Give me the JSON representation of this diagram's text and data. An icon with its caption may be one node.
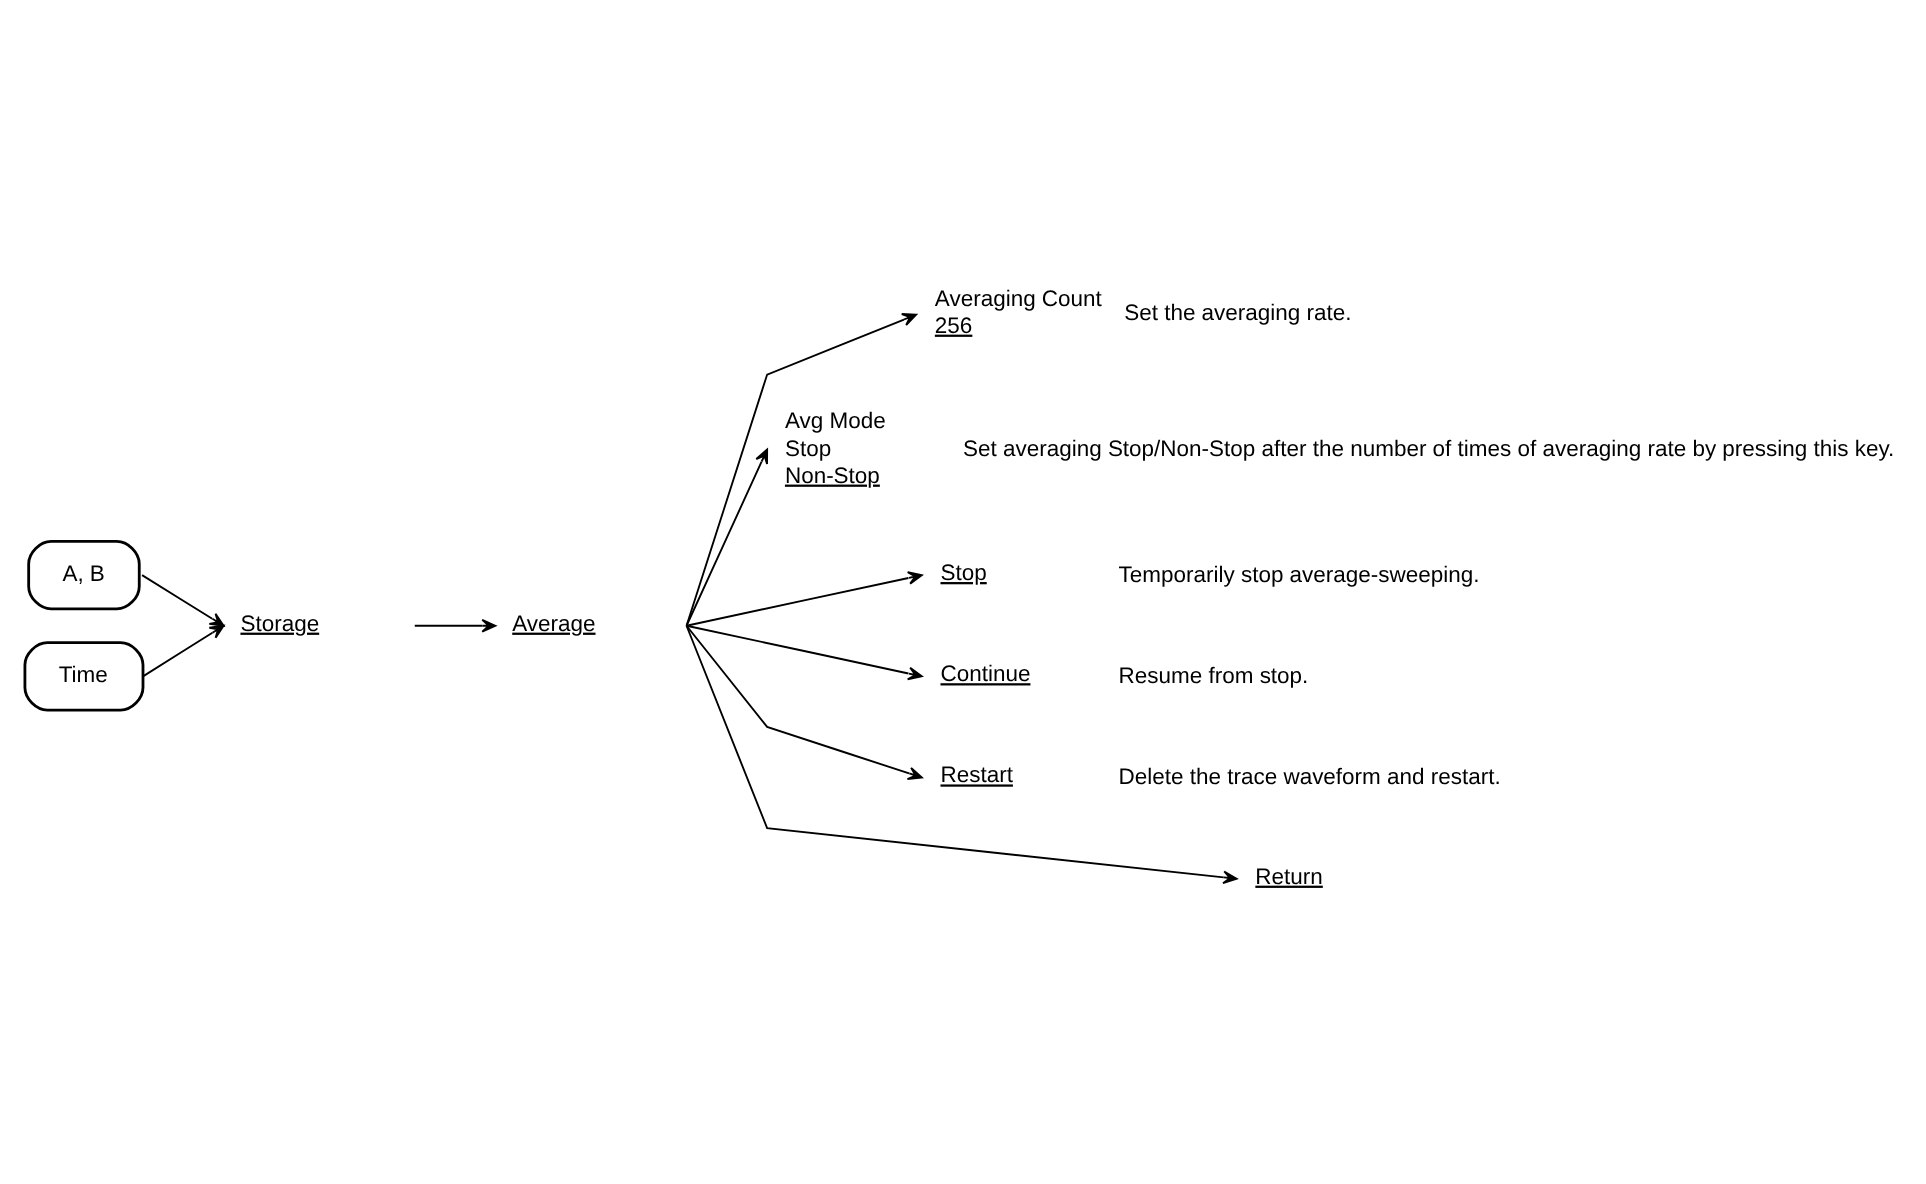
{
  "diagram": {
    "nodes": [
      {
        "text": [
          "A, B"
        ]
      },
      {
        "text": [
          "Time"
        ]
      },
      {
        "text": [
          "Storage"
        ]
      },
      {
        "text": [
          "Average"
        ]
      },
      {
        "text": [
          "Averaging Count",
          "256"
        ],
        "beside": [
          "Set the averaging rate."
        ]
      },
      {
        "text": [
          "Avg Mode",
          "Stop",
          "Non-Stop"
        ],
        "beside": [
          "Set averaging Stop/Non-Stop after the number of times of averaging rate by pressing this key."
        ]
      },
      {
        "text": [
          "Stop"
        ],
        "beside": [
          "Temporarily stop average-sweeping."
        ]
      },
      {
        "text": [
          "Continue"
        ],
        "beside": [
          "Resume from stop."
        ]
      },
      {
        "text": [
          "Restart"
        ],
        "beside": [
          "Delete the trace waveform and restart."
        ]
      },
      {
        "text": [
          "Return"
        ]
      }
    ],
    "edges": [
      {
        "from": 0,
        "to": 2,
        "arrow": "to"
      },
      {
        "from": 1,
        "to": 2,
        "arrow": "to"
      },
      {
        "from": 2,
        "to": 3,
        "arrow": "to"
      },
      {
        "from": 3,
        "to": 4,
        "arrow": "to"
      },
      {
        "from": 3,
        "to": 5,
        "arrow": "to"
      },
      {
        "from": 3,
        "to": 6,
        "arrow": "to"
      },
      {
        "from": 3,
        "to": 7,
        "arrow": "to"
      },
      {
        "from": 3,
        "to": 8,
        "arrow": "to"
      },
      {
        "from": 3,
        "to": 9,
        "arrow": "to"
      }
    ]
  }
}
